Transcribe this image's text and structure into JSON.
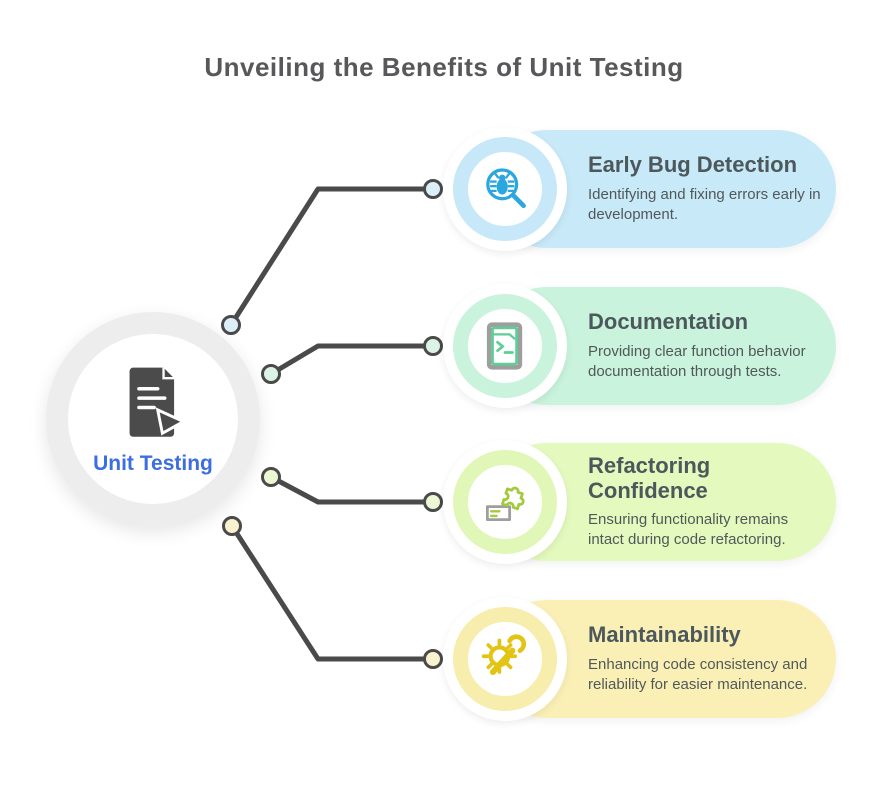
{
  "title": "Unveiling the Benefits of Unit Testing",
  "colors": {
    "connector": "#4A4A4A",
    "title_text": "#58585A",
    "center_ring": "#EDEDED",
    "center_icon": "#4B4B4B",
    "center_label": "#3D6EE0",
    "card_title_text": "#4C585C",
    "card_desc_text": "#51585A"
  },
  "center": {
    "label": "Unit Testing",
    "icon": "test-document-icon"
  },
  "cards": [
    {
      "title": "Early Bug Detection",
      "description": "Identifying and fixing errors early in development.",
      "bg": "#C8E9F8",
      "ring": "#C7E8F8",
      "icon": "bug-magnifier-icon",
      "icon_color": "#2AA7DE",
      "node_fill": "#DCEFF9"
    },
    {
      "title": "Documentation",
      "description": "Providing clear function behavior documentation through tests.",
      "bg": "#C9F3DC",
      "ring": "#C9F3DC",
      "icon": "terminal-icon",
      "icon_color": "#5FCD96",
      "node_fill": "#DCF4E6"
    },
    {
      "title": "Refactoring Confidence",
      "description": "Ensuring functionality remains intact during code refactoring.",
      "bg": "#E3F9BD",
      "ring": "#E0F7B8",
      "icon": "puzzle-icon",
      "icon_color": "#A4C93C",
      "node_fill": "#ECF8D4"
    },
    {
      "title": "Maintainability",
      "description": "Enhancing code consistency and reliability for easier maintenance.",
      "bg": "#FAF0B6",
      "ring": "#F7EDAC",
      "icon": "gear-wrench-icon",
      "icon_color": "#E2C414",
      "node_fill": "#F8F2CF"
    }
  ]
}
